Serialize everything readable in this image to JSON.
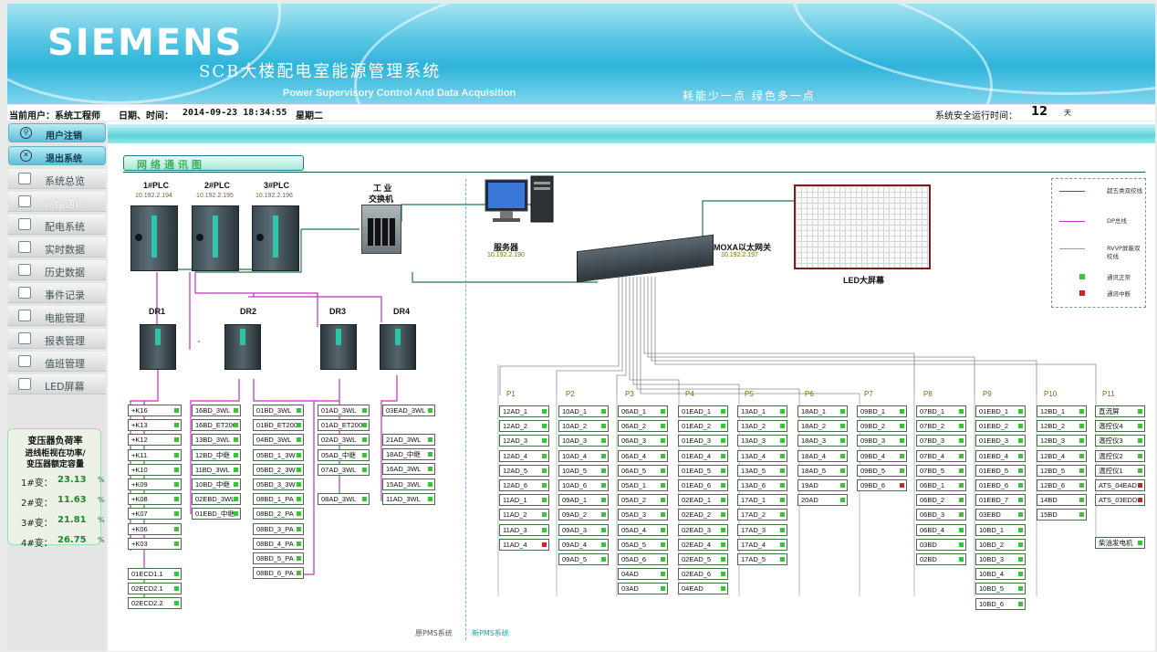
{
  "app": {
    "logo": "SIEMENS",
    "title": "SCB大楼配电室能源管理系统",
    "subtitle": "Power Supervisory Control And Data Acquisition",
    "slogan": "耗能少一点 绿色多一点"
  },
  "info": {
    "user": "当前用户：系统工程师",
    "datetime_label": "日期、时间：",
    "datetime": "2014-09-23 18:34:55",
    "weekday": "星期二",
    "uptime_label": "系统安全运行时间：",
    "uptime_days": "12",
    "uptime_unit": "天"
  },
  "sidebar": {
    "logout": "用户注销",
    "exit": "退出系统",
    "items": [
      "系统总览",
      "网络通讯",
      "配电系统",
      "实时数据",
      "历史数据",
      "事件记录",
      "电能管理",
      "报表管理",
      "值班管理",
      "LED屏幕"
    ]
  },
  "transformer": {
    "title": "变压器负荷率",
    "desc1": "进线柜视在功率/",
    "desc2": "变压器额定容量",
    "rows": [
      {
        "label": "1#变：",
        "value": "23.13",
        "unit": "%"
      },
      {
        "label": "2#变：",
        "value": "11.63",
        "unit": "%"
      },
      {
        "label": "3#变：",
        "value": "21.81",
        "unit": "%"
      },
      {
        "label": "4#变：",
        "value": "26.75",
        "unit": "%"
      }
    ]
  },
  "network": {
    "title": "网络通讯图",
    "plcs": [
      {
        "name": "1#PLC",
        "ip": "10.192.2.194"
      },
      {
        "name": "2#PLC",
        "ip": "10.192.2.195"
      },
      {
        "name": "3#PLC",
        "ip": "10.192.2.196"
      }
    ],
    "switch_label1": "工 业",
    "switch_label2": "交换机",
    "server": {
      "name": "服务器",
      "ip": "10.192.2.190"
    },
    "moxa": {
      "name": "MOXA以太网关",
      "ip": "10.192.2.197"
    },
    "led": "LED大屏幕",
    "drs": [
      "DR1",
      "DR2",
      "DR3",
      "DR4"
    ],
    "legend": [
      "超五类双绞线",
      "DP总线",
      "RVVP屏蔽双绞线",
      "通讯正常",
      "通讯中断"
    ],
    "footer_old": "原PMS系统",
    "footer_new": "新PMS系统"
  },
  "dr_columns": [
    {
      "items": [
        "+K16",
        "+K13",
        "+K12",
        "+K11",
        "+K10",
        "+K09",
        "+K08",
        "+K07",
        "+K06",
        "+K03"
      ]
    },
    {
      "items": [
        "01ECD1.1",
        "02ECD2.1",
        "02ECD2.2"
      ]
    },
    {
      "items": [
        "16BD_3WL",
        "16BD_ET200",
        "13BD_3WL",
        "12BD_中继",
        "11BD_3WL",
        "10BD_中继",
        "02EBD_3WL",
        "01EBD_中继"
      ]
    },
    {
      "items": [
        "01BD_3WL",
        "01BD_ET200",
        "04BD_3WL",
        "05BD_1_3W",
        "05BD_2_3W",
        "05BD_3_3W",
        "08BD_1_PA",
        "08BD_2_PA",
        "08BD_3_PA",
        "08BD_4_PA",
        "08BD_5_PA",
        "08BD_6_PA"
      ]
    },
    {
      "items": [
        "01AD_3WL",
        "01AD_ET200",
        "02AD_3WL",
        "05AD_中继",
        "07AD_3WL"
      ]
    },
    {
      "items": [
        "08AD_3WL"
      ]
    },
    {
      "items": [
        "03EAD_3WL"
      ]
    },
    {
      "items": [
        "21AD_3WL",
        "18AD_中继",
        "16AD_3WL",
        "15AD_3WL",
        "11AD_3WL"
      ]
    }
  ],
  "panels": [
    {
      "name": "P1",
      "items": [
        "12AD_1",
        "12AD_2",
        "12AD_3",
        "12AD_4",
        "12AD_5",
        "12AD_6",
        "11AD_1",
        "11AD_2",
        "11AD_3",
        "11AD_4"
      ]
    },
    {
      "name": "P2",
      "items": [
        "10AD_1",
        "10AD_2",
        "10AD_3",
        "10AD_4",
        "10AD_5",
        "10AD_6",
        "09AD_1",
        "09AD_2",
        "09AD_3",
        "09AD_4",
        "09AD_5"
      ]
    },
    {
      "name": "P3",
      "items": [
        "06AD_1",
        "06AD_2",
        "06AD_3",
        "06AD_4",
        "06AD_5",
        "05AD_1",
        "05AD_2",
        "05AD_3",
        "05AD_4",
        "05AD_5",
        "05AD_6",
        "04AD",
        "03AD"
      ]
    },
    {
      "name": "P4",
      "items": [
        "01EAD_1",
        "01EAD_2",
        "01EAD_3",
        "01EAD_4",
        "01EAD_5",
        "01EAD_6",
        "02EAD_1",
        "02EAD_2",
        "02EAD_3",
        "02EAD_4",
        "02EAD_5",
        "02EAD_6",
        "04EAD"
      ]
    },
    {
      "name": "P5",
      "items": [
        "13AD_1",
        "13AD_2",
        "13AD_3",
        "13AD_4",
        "13AD_5",
        "13AD_6",
        "17AD_1",
        "17AD_2",
        "17AD_3",
        "17AD_4",
        "17AD_5"
      ]
    },
    {
      "name": "P6",
      "items": [
        "18AD_1",
        "18AD_2",
        "18AD_3",
        "18AD_4",
        "18AD_5",
        "19AD",
        "20AD"
      ]
    },
    {
      "name": "P7",
      "items": [
        "09BD_1",
        "09BD_2",
        "09BD_3",
        "09BD_4",
        "09BD_5",
        "09BD_6"
      ]
    },
    {
      "name": "P8",
      "items": [
        "07BD_1",
        "07BD_2",
        "07BD_3",
        "07BD_4",
        "07BD_5",
        "06BD_1",
        "06BD_2",
        "06BD_3",
        "06BD_4",
        "03BD",
        "02BD"
      ]
    },
    {
      "name": "P9",
      "items": [
        "01EBD_1",
        "01EBD_2",
        "01EBD_3",
        "01EBD_4",
        "01EBD_5",
        "01EBD_6",
        "01EBD_7",
        "03EBD",
        "10BD_1",
        "10BD_2",
        "10BD_3",
        "10BD_4",
        "10BD_5",
        "10BD_6"
      ]
    },
    {
      "name": "P10",
      "items": [
        "12BD_1",
        "12BD_2",
        "12BD_3",
        "12BD_4",
        "12BD_5",
        "12BD_6",
        "14BD",
        "15BD"
      ]
    },
    {
      "name": "P11",
      "items": [
        "直流屏",
        "温控仪4",
        "温控仪3",
        "温控仪2",
        "温控仪1",
        "ATS_04EAD",
        "ATS_03EDD"
      ],
      "extra": "柴油发电机"
    }
  ],
  "status_red": [
    "11AD_4",
    "09BD_6",
    "ATS_04EAD",
    "ATS_03EDD"
  ],
  "colors": {
    "green": "#35c535",
    "red": "#d42020",
    "teal": "#2fb3da"
  }
}
